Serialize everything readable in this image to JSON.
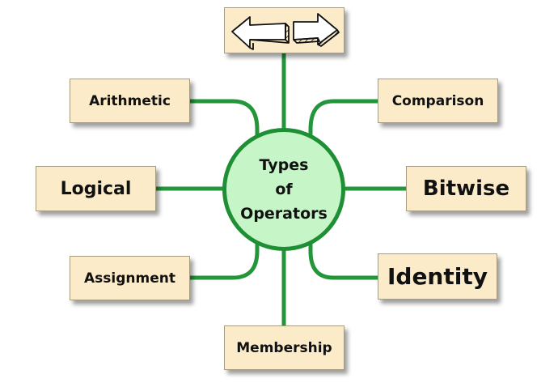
{
  "colors": {
    "connector": "#23963a",
    "box_fill": "#fbebc8",
    "hub_fill": "#c6f5c7",
    "hub_border": "#1e8f34"
  },
  "hub": {
    "line1": "Types",
    "line2": "of",
    "line3": "Operators"
  },
  "nodes": {
    "top_icon": "left-right-arrows-icon",
    "arithmetic": "Arithmetic",
    "comparison": "Comparison",
    "logical": "Logical",
    "bitwise": "Bitwise",
    "assignment": "Assignment",
    "identity": "Identity",
    "membership": "Membership"
  }
}
